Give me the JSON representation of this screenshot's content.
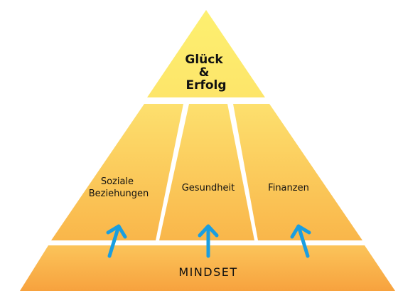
{
  "apex": {
    "lines": [
      "Glück",
      "&",
      "Erfolg"
    ]
  },
  "pillars": [
    {
      "lines": [
        "Soziale",
        "Beziehungen"
      ]
    },
    {
      "lines": [
        "Gesundheit"
      ]
    },
    {
      "lines": [
        "Finanzen"
      ]
    }
  ],
  "base": {
    "label": "MINDSET"
  },
  "arrow_count": 3,
  "colors": {
    "apex_top": "#fdf070",
    "apex_bottom": "#fde56a",
    "pillar_top": "#fdd96a",
    "pillar_bottom": "#f9b64a",
    "base_top": "#fbc45a",
    "base_bottom": "#f7a23e",
    "arrow": "#1a9ee0"
  }
}
